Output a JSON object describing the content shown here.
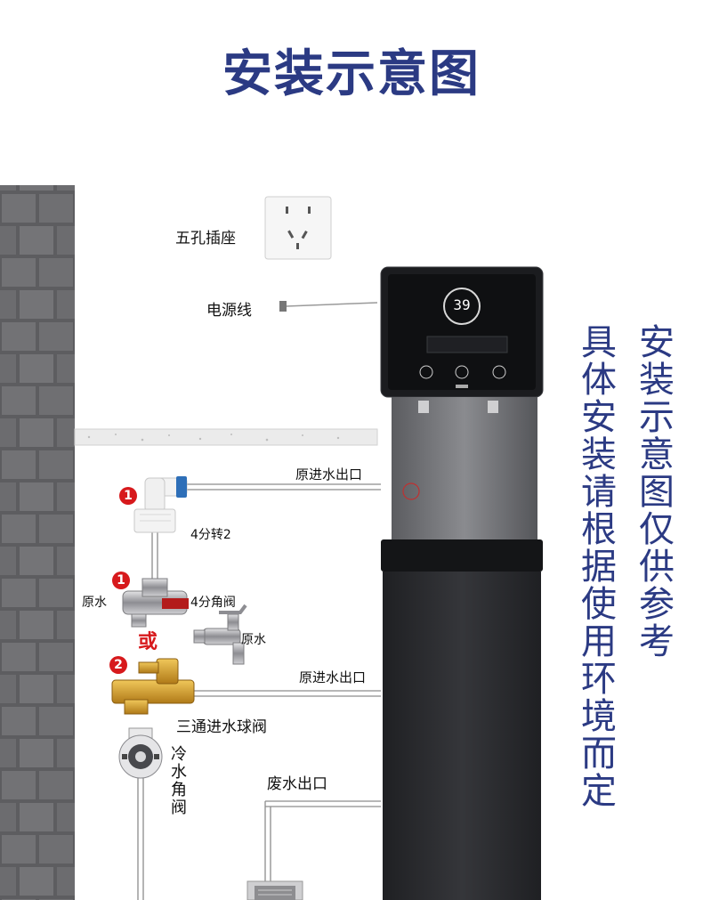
{
  "title": "安装示意图",
  "labels": {
    "socket": "五孔插座",
    "power_cord": "电源线",
    "raw_inlet_top": "原进水出口",
    "adapter": "4分转2",
    "raw_water_1": "原水",
    "angle_valve": "4分角阀",
    "raw_water_2": "原水",
    "or": "或",
    "raw_inlet_bottom": "原进水出口",
    "tee_valve": "三通进水球阀",
    "cold_angle_valve": "冷水角阀",
    "waste_outlet": "废水出口"
  },
  "badges": {
    "one_a": "1",
    "one_b": "1",
    "two": "2"
  },
  "notes": {
    "col1": "安装示意图仅供参考",
    "col2": "具体安装请根据使用环境而定"
  },
  "device": {
    "display_value": "39"
  },
  "colors": {
    "title": "#2b3a83",
    "badge": "#d7191c",
    "wall": "#6e6e70",
    "cabinet": "#2a2b2e"
  }
}
